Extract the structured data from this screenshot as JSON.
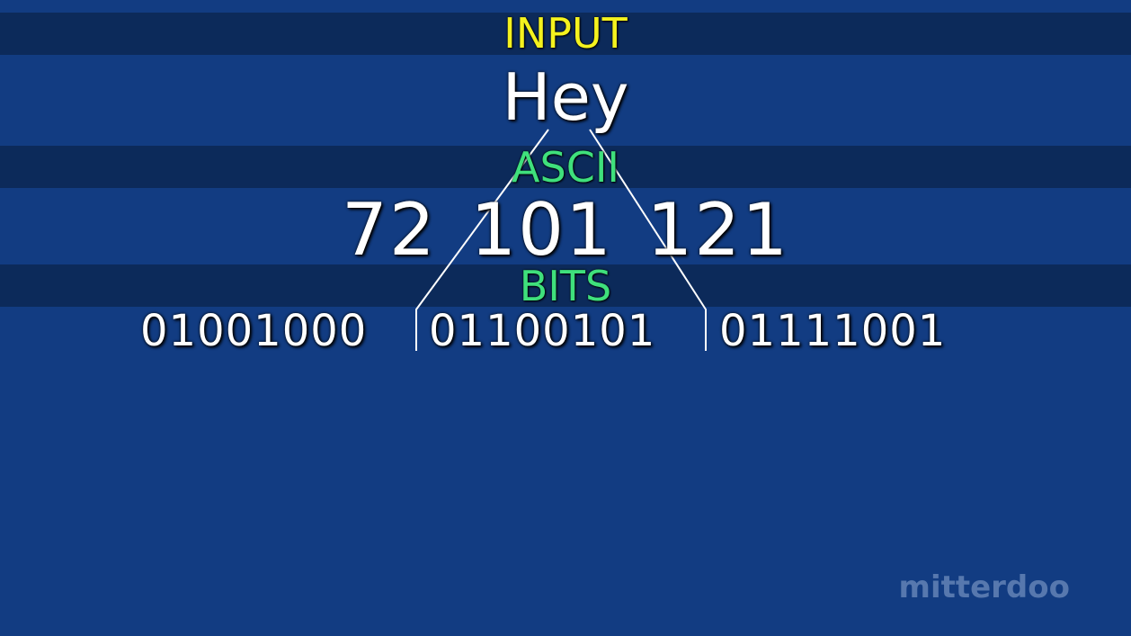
{
  "input_heading": "INPUT",
  "input_word": "Hey",
  "ascii_heading": "ASCII",
  "ascii_values": "72 101 121",
  "bits_heading": "BITS",
  "bits": [
    "01001000",
    "01100101",
    "01111001"
  ],
  "watermark": "mitterdoo",
  "colors": {
    "background": "#123c82",
    "band": "#0c2a5a",
    "input_heading": "#f4f21e",
    "section_heading": "#3fe07c",
    "text": "#ffffff"
  }
}
